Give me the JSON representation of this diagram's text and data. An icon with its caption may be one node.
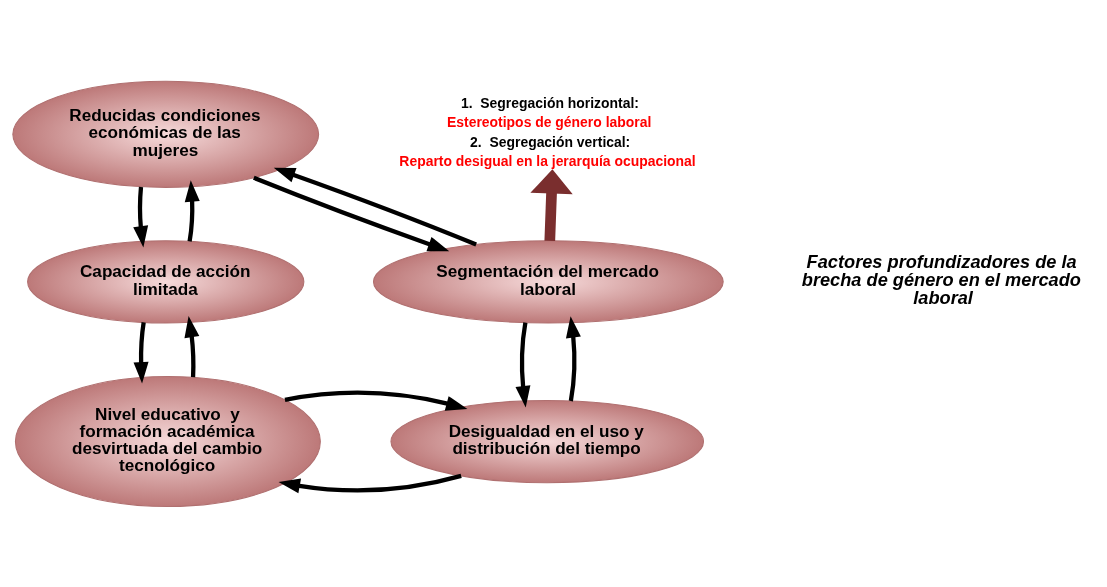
{
  "diagram": {
    "nodes": [
      {
        "text": [
          "Reducidas condiciones económicas de las mujeres"
        ]
      },
      {
        "text": [
          "Capacidad de acción limitada"
        ]
      },
      {
        "text": [
          "Nivel educativo  y formación académica desvirtuada del cambio tecnológico"
        ]
      },
      {
        "text": [
          "Desigualdad en el uso y distribución del tiempo"
        ]
      },
      {
        "text": [
          "Segmentación del mercado laboral"
        ]
      },
      {
        "text": [
          "1.  Segregación horizontal:",
          "Estereotipos de género laboral",
          "2.  Segregación vertical:",
          "Reparto desigual en la jerarquía ocupacional"
        ]
      }
    ],
    "edges": [
      {
        "from": 4,
        "to": 0,
        "arrow": "to"
      },
      {
        "from": 0,
        "to": 4,
        "arrow": "to"
      },
      {
        "from": 0,
        "to": 1,
        "arrow": "to"
      },
      {
        "from": 1,
        "to": 0,
        "arrow": "to"
      },
      {
        "from": 1,
        "to": 2,
        "arrow": "to"
      },
      {
        "from": 2,
        "to": 1,
        "arrow": "to"
      },
      {
        "from": 3,
        "to": 2,
        "arrow": "to"
      },
      {
        "from": 2,
        "to": 3,
        "arrow": "to"
      },
      {
        "from": 4,
        "to": 3,
        "arrow": "to"
      },
      {
        "from": 3,
        "to": 4,
        "arrow": "to"
      },
      {
        "from": 4,
        "to": 5,
        "arrow": "to",
        "style": "thick",
        "color": "#7a2e2e"
      }
    ],
    "labels": [
      "Factores profundizadores de la brecha de género en el mercado laboral"
    ]
  }
}
